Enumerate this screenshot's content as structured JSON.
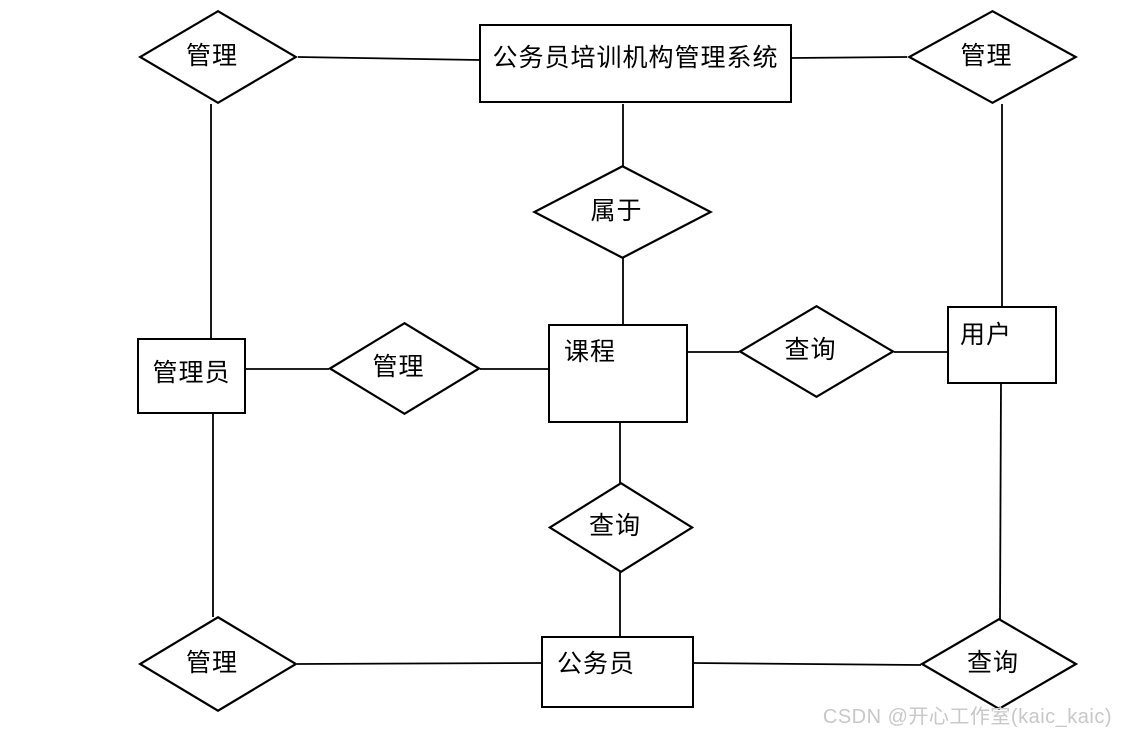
{
  "diagram": {
    "type": "entity-relationship-diagram",
    "background_color": "#ffffff",
    "line_color": "#000000",
    "text_color": "#000000",
    "entities": [
      {
        "id": "system",
        "label": "公务员培训机构管理系统"
      },
      {
        "id": "administrator",
        "label": "管理员"
      },
      {
        "id": "course",
        "label": "课程"
      },
      {
        "id": "user",
        "label": "用户"
      },
      {
        "id": "civil-servant",
        "label": "公务员"
      }
    ],
    "relations": [
      {
        "id": "manage-top-left",
        "label": "管理"
      },
      {
        "id": "manage-top-right",
        "label": "管理"
      },
      {
        "id": "belongs-to",
        "label": "属于"
      },
      {
        "id": "manage-middle-left",
        "label": "管理"
      },
      {
        "id": "query-middle-right",
        "label": "查询"
      },
      {
        "id": "query-lower-middle",
        "label": "查询"
      },
      {
        "id": "manage-bottom-left",
        "label": "管理"
      },
      {
        "id": "query-bottom-right",
        "label": "查询"
      }
    ],
    "watermark": {
      "text": "CSDN @开心工作室(kaic_kaic)",
      "color": "#c8c8c8"
    }
  }
}
